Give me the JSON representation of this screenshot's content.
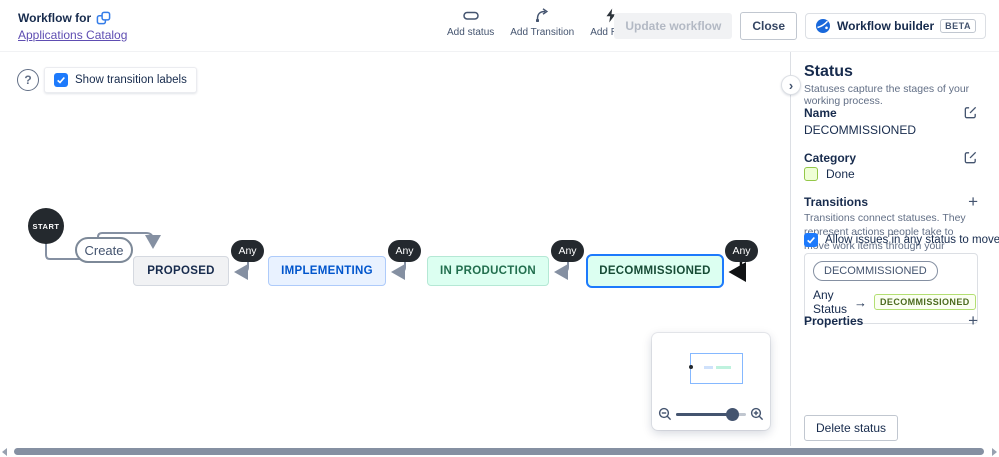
{
  "header": {
    "workflow_for_label": "Workflow for",
    "project_link": "Applications Catalog",
    "toolbar": [
      {
        "label": "Add status",
        "icon": "status-lozenge-icon"
      },
      {
        "label": "Add Transition",
        "icon": "transition-arrow-icon"
      },
      {
        "label": "Add Rule",
        "icon": "lightning-icon"
      }
    ],
    "update_button": "Update workflow",
    "close_button": "Close",
    "builder_label": "Workflow builder",
    "beta_badge": "BETA"
  },
  "canvas": {
    "show_labels_checkbox": "Show transition labels",
    "start_label": "START",
    "create_label": "Create",
    "any_label": "Any",
    "nodes": [
      {
        "label": "PROPOSED",
        "category": "todo",
        "selected": false
      },
      {
        "label": "IMPLEMENTING",
        "category": "inprogress",
        "selected": false
      },
      {
        "label": "IN PRODUCTION",
        "category": "done",
        "selected": false
      },
      {
        "label": "DECOMMISSIONED",
        "category": "done",
        "selected": true
      }
    ]
  },
  "sidebar": {
    "title": "Status",
    "subtitle": "Statuses capture the stages of your working process.",
    "name_label": "Name",
    "name_value": "DECOMMISSIONED",
    "category_label": "Category",
    "category_value": "Done",
    "transitions_label": "Transitions",
    "transitions_desc": "Transitions connect statuses. They represent actions people take to move work items through your workflow.",
    "allow_checkbox": "Allow issues in any status to move to this one",
    "transition_chip": "DECOMMISSIONED",
    "any_status_label": "Any Status",
    "transition_target": "DECOMMISSIONED",
    "properties_label": "Properties",
    "delete_button": "Delete status"
  },
  "icons": {
    "question": "?",
    "plus": "+",
    "arrow_right": "→",
    "chevron_right": "›"
  },
  "colors": {
    "accent_blue": "#1D7AFC",
    "link_purple": "#5E4DB2",
    "transition_dark": "#24292E",
    "arrow_gray": "#8590A2",
    "node_todo_bg": "#F1F2F4",
    "node_inprogress_bg": "#E9F2FF",
    "node_inprogress_text": "#0055CC",
    "node_done_bg": "#DCFFF1",
    "node_done_text": "#216E4E",
    "category_done_fill": "#EFFFD6",
    "category_done_border": "#94C748"
  }
}
